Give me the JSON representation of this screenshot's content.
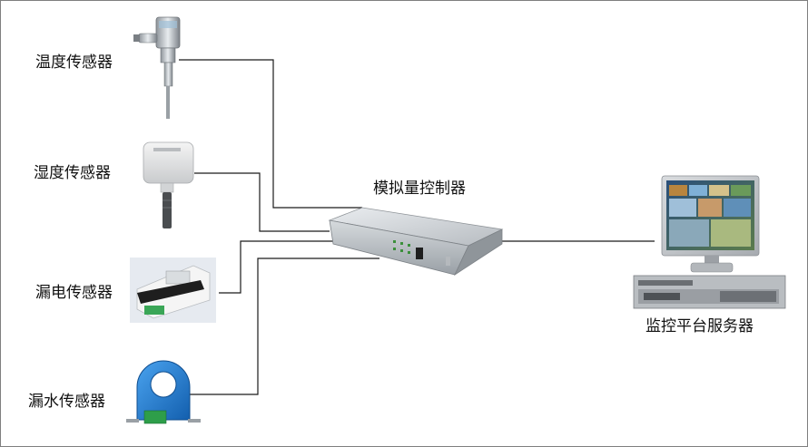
{
  "sensors": {
    "temperature": "温度传感器",
    "humidity": "湿度传感器",
    "leakage_current": "漏电传感器",
    "water_leak": "漏水传感器"
  },
  "controller": {
    "label": "模拟量控制器"
  },
  "server": {
    "label": "监控平台服务器"
  },
  "colors": {
    "line": "#1a1a1a",
    "border": "#7f7f7f",
    "water_sensor_blue": "#1f7fd6",
    "terminal_green": "#2e9e4a"
  }
}
